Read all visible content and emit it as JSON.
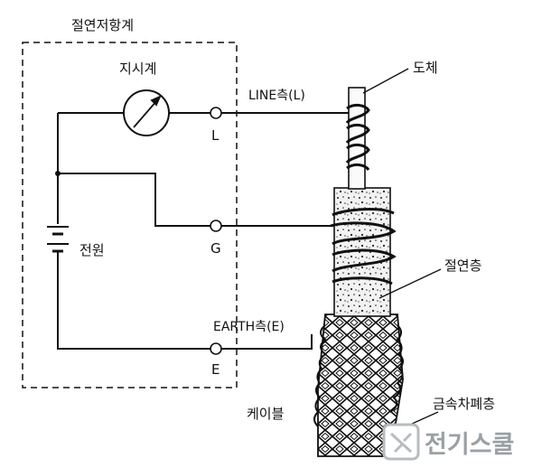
{
  "title": "절연저항계",
  "meter_label": "지시계",
  "power_label": "전원",
  "terminals": {
    "line": "L",
    "guard": "G",
    "earth": "E"
  },
  "line_side_label": "LINE측(L)",
  "earth_side_label": "EARTH측(E)",
  "cable": {
    "conductor_label": "도체",
    "insulation_label": "절연층",
    "shield_label": "금속차폐층",
    "cable_label": "케이블"
  },
  "watermark": "전기스쿨",
  "colors": {
    "line": "#111111",
    "background": "#ffffff",
    "watermark": "#9aa0a4",
    "insulation_fill": "#f2f2f2"
  }
}
